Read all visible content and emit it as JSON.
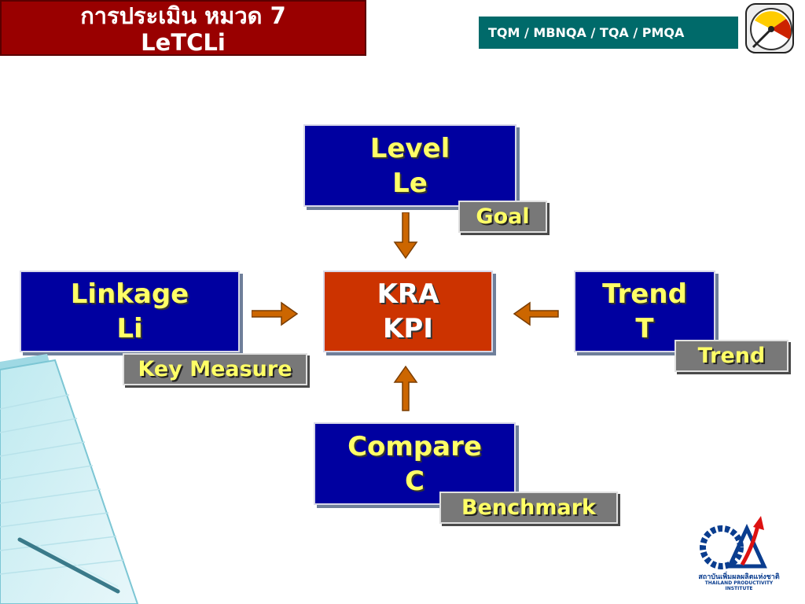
{
  "header": {
    "title_line1": "การประเมิน หมวด 7",
    "title_line2": "LeTCLi",
    "tag": "TQM / MBNQA / TQA / PMQA"
  },
  "diagram": {
    "level": {
      "line1": "Level",
      "line2": "Le",
      "tag": "Goal"
    },
    "linkage": {
      "line1": "Linkage",
      "line2": "Li",
      "tag": "Key Measure"
    },
    "center": {
      "line1": "KRA",
      "line2": "KPI"
    },
    "trend": {
      "line1": "Trend",
      "line2": "T",
      "tag": "Trend"
    },
    "compare": {
      "line1": "Compare",
      "line2": "C",
      "tag": "Benchmark"
    }
  },
  "logo": {
    "thai_text": "สถาบันเพิ่มผลผลิตแห่งชาติ",
    "english_text": "THAILAND PRODUCTIVITY INSTITUTE"
  },
  "colors": {
    "title_bg": "#990000",
    "tag_bg": "#006a6a",
    "box_blue": "#0000a0",
    "box_red": "#cc3300",
    "box_text": "#ffff66",
    "subtag_bg": "#787878",
    "arrow": "#cc6600"
  }
}
